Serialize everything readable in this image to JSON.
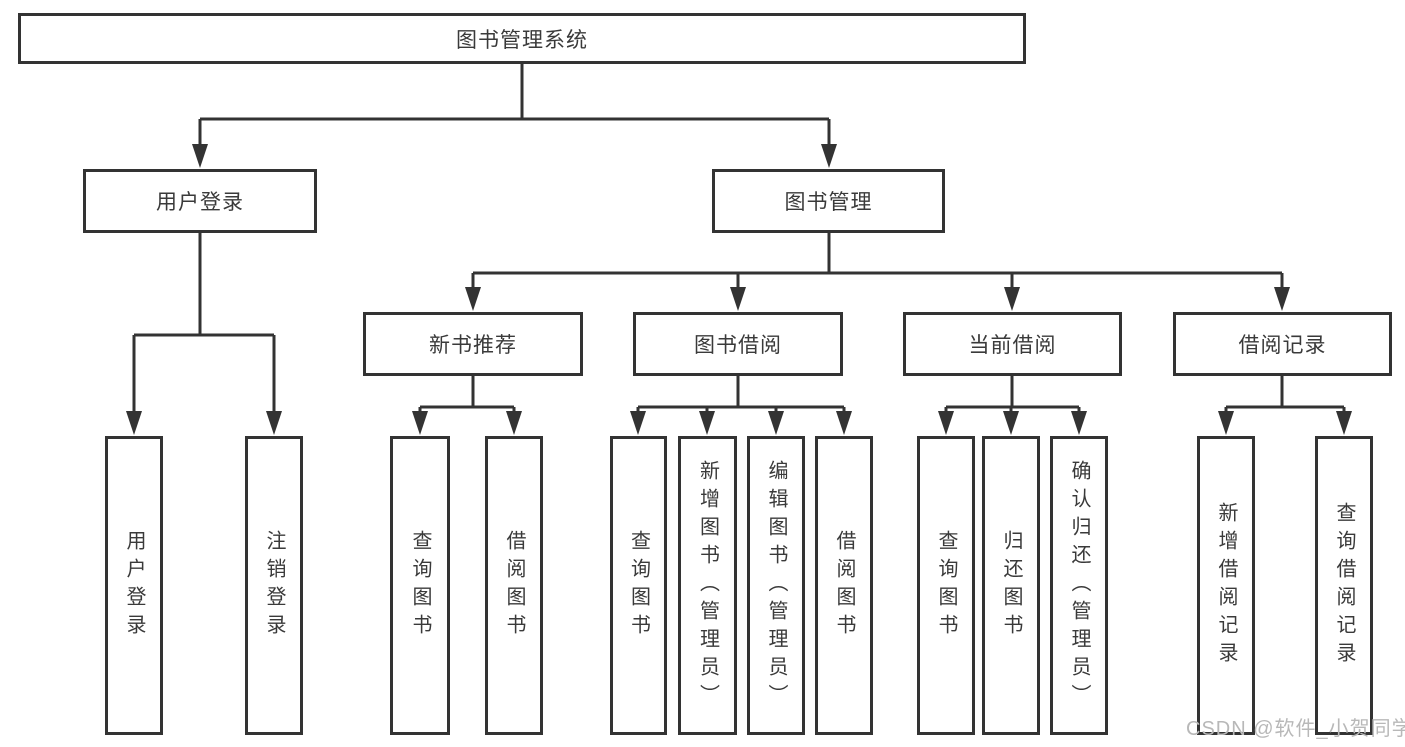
{
  "diagram": {
    "root": {
      "label": "图书管理系统"
    },
    "level2": [
      {
        "label": "用户登录"
      },
      {
        "label": "图书管理"
      }
    ],
    "level3": [
      {
        "label": "新书推荐"
      },
      {
        "label": "图书借阅"
      },
      {
        "label": "当前借阅"
      },
      {
        "label": "借阅记录"
      }
    ],
    "leaves": {
      "user_login": [
        "用户登录",
        "注销登录"
      ],
      "new_books": [
        "查询图书",
        "借阅图书"
      ],
      "book_borrow": [
        "查询图书",
        "新增图书（管理员）",
        "编辑图书（管理员）",
        "借阅图书"
      ],
      "current_borrow": [
        "查询图书",
        "归还图书",
        "确认归还（管理员）"
      ],
      "borrow_records": [
        "新增借阅记录",
        "查询借阅记录"
      ]
    }
  },
  "watermark": {
    "text": "CSDN @软件_小贺同学",
    "color": "#b8b8b8"
  },
  "colors": {
    "background": "#ffffff",
    "line": "#333333",
    "box_border": "#333333",
    "text": "#3a3a3a"
  }
}
